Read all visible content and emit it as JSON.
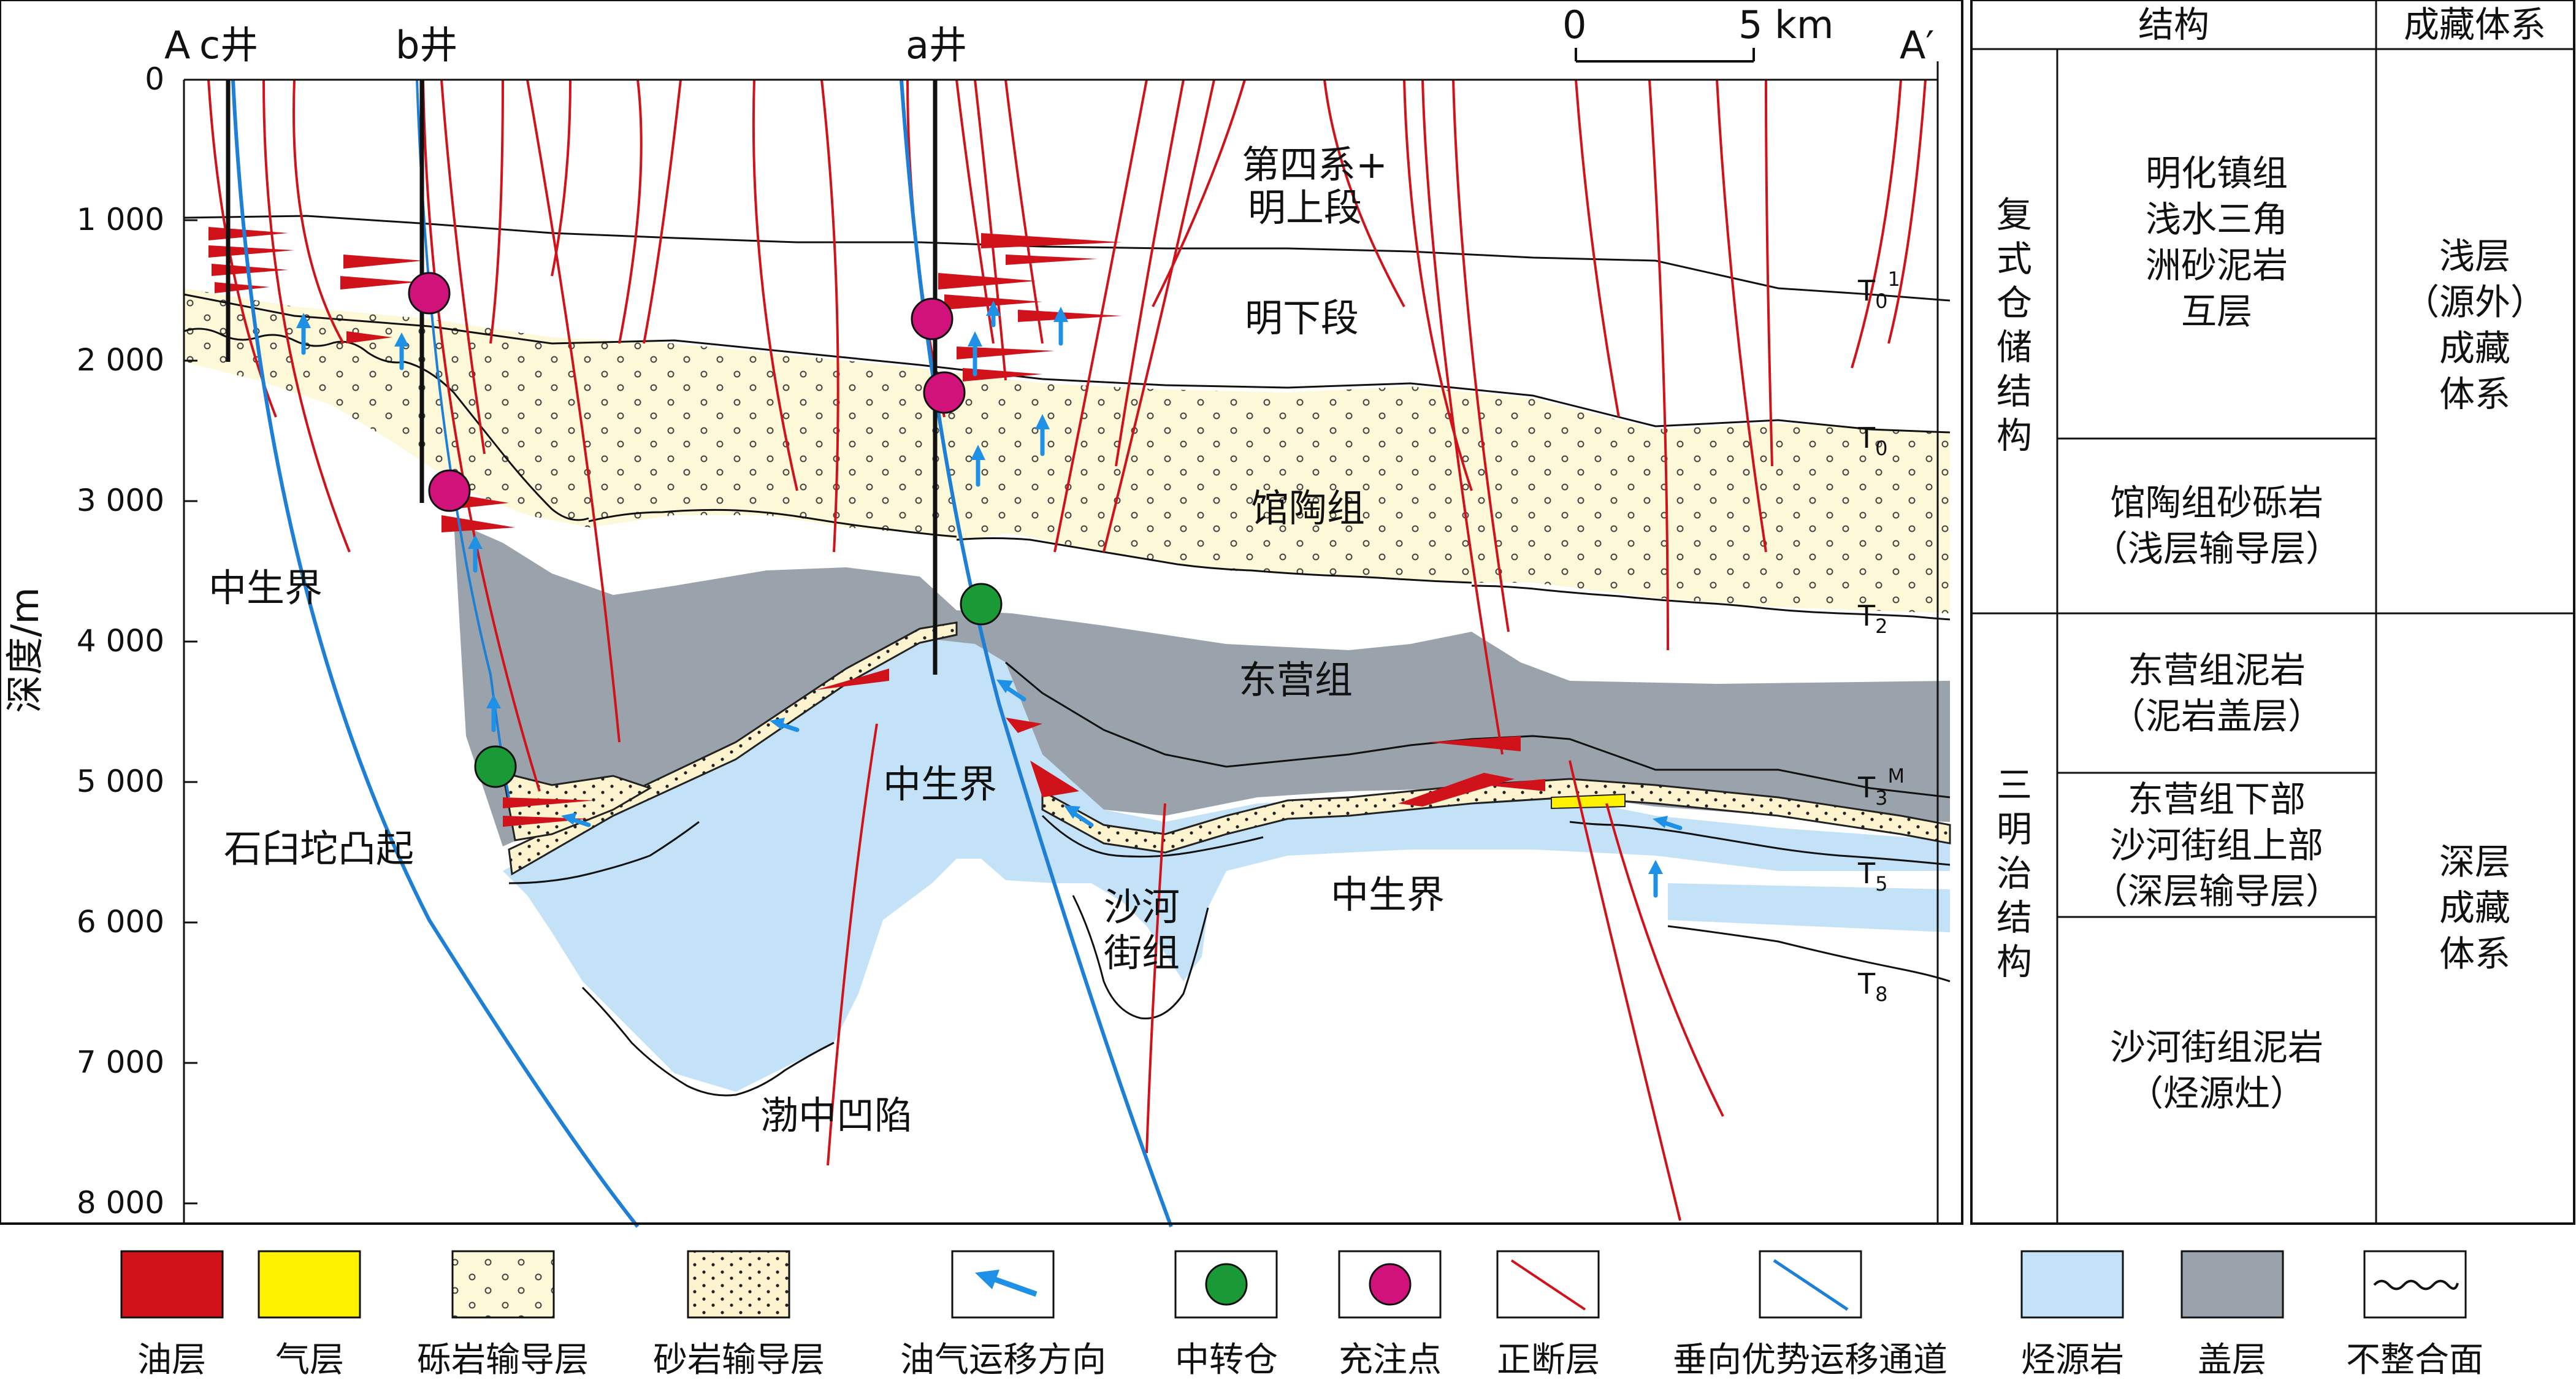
{
  "wells": {
    "c": "c井",
    "b": "b井",
    "a": "a井",
    "start": "A",
    "end": "A′"
  },
  "scale": {
    "zero": "0",
    "five": "5 km"
  },
  "axis": {
    "ylabel": "深度/m",
    "ticks": [
      "0",
      "1 000",
      "2 000",
      "3 000",
      "4 000",
      "5 000",
      "6 000",
      "7 000",
      "8 000"
    ]
  },
  "formations": {
    "quaternary_l1": "第四系+",
    "quaternary_l2": "明上段",
    "ming_lower": "明下段",
    "guantao": "馆陶组",
    "dongying": "东营组",
    "shahejie_l1": "沙河",
    "shahejie_l2": "街组",
    "mesozoic": "中生界"
  },
  "structures": {
    "uplift": "石臼坨凸起",
    "depression": "渤中凹陷"
  },
  "horizons": {
    "t01": {
      "base": "T",
      "sub": "0",
      "sup": "1"
    },
    "t0": {
      "base": "T",
      "sub": "0"
    },
    "t2": {
      "base": "T",
      "sub": "2"
    },
    "t3m": {
      "base": "T",
      "sub": "3",
      "sup": "M"
    },
    "t5": {
      "base": "T",
      "sub": "5"
    },
    "t8": {
      "base": "T",
      "sub": "8"
    }
  },
  "table": {
    "header_structure": "结构",
    "header_system": "成藏体系",
    "group_upper": [
      "复",
      "式",
      "仓",
      "储",
      "结",
      "构"
    ],
    "group_lower": [
      "三",
      "明",
      "治",
      "结",
      "构"
    ],
    "rows": [
      [
        "明化镇组",
        "浅水三角",
        "洲砂泥岩",
        "互层"
      ],
      [
        "馆陶组砂砾岩",
        "（浅层输导层）"
      ],
      [
        "东营组泥岩",
        "（泥岩盖层）"
      ],
      [
        "东营组下部",
        "沙河街组上部",
        "（深层输导层）"
      ],
      [
        "沙河街组泥岩",
        "（烃源灶）"
      ]
    ],
    "system_upper": [
      "浅层",
      "（源外）",
      "成藏",
      "体系"
    ],
    "system_lower": [
      "深层",
      "成藏",
      "体系"
    ]
  },
  "legend": {
    "items": [
      "油层",
      "气层",
      "砾岩输导层",
      "砂岩输导层",
      "油气运移方向",
      "中转仓",
      "充注点",
      "正断层",
      "垂向优势运移通道",
      "烃源岩",
      "盖层",
      "不整合面"
    ]
  },
  "colors": {
    "oil": "#d0121b",
    "gas": "#fff200",
    "conglomerate": "#fdf8d8",
    "sandstone": "#fdf3cf",
    "migration": "#1e90e6",
    "relay": "#1a9a36",
    "charge": "#d1127a",
    "fault": "#d0121b",
    "pathway": "#1e7fd6",
    "source": "#c4e2f7",
    "seal": "#9aa2ab"
  }
}
